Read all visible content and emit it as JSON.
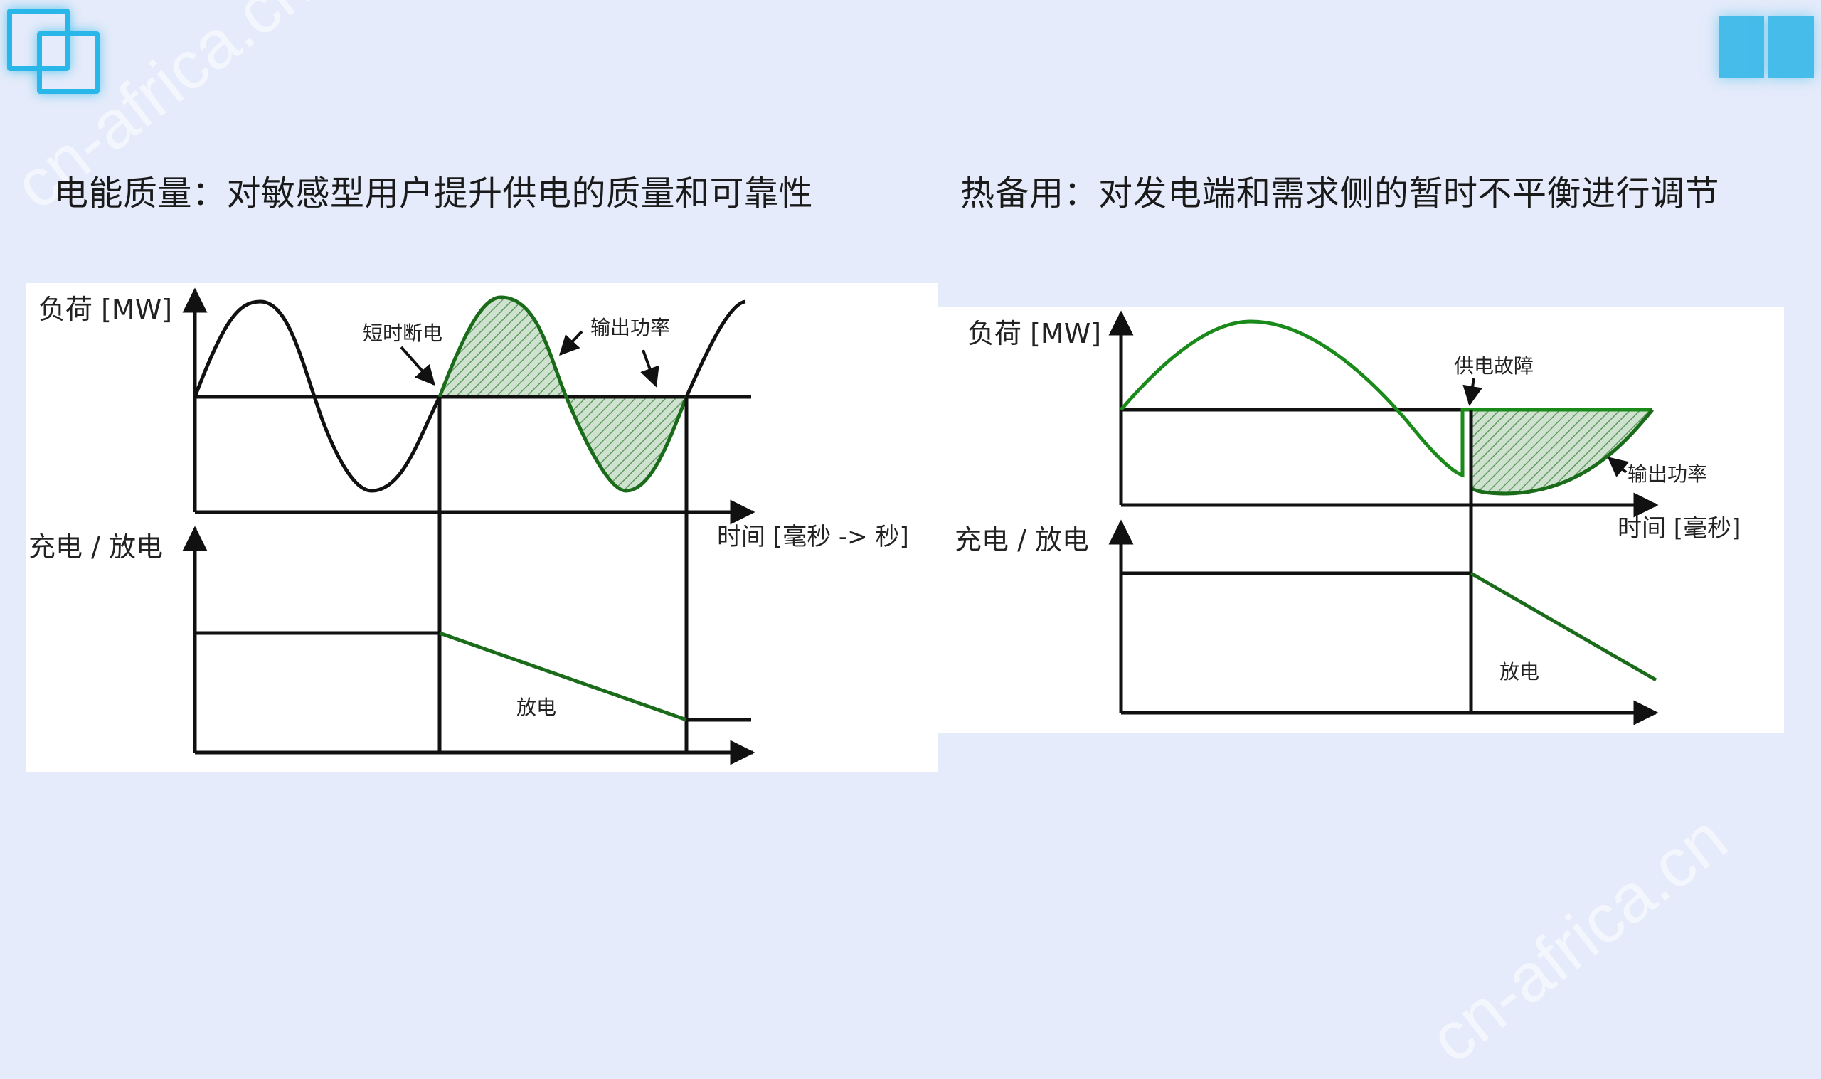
{
  "colors": {
    "background": "#e5ebfa",
    "accent": "#29b7ea",
    "curve_green": "#1a7a1a",
    "line_black": "#111111"
  },
  "icons": {
    "logo": "overlapping-squares-icon",
    "corner": "blue-block-icon"
  },
  "watermark": {
    "text": "cn-africa.cn"
  },
  "left": {
    "heading": "电能质量：对敏感型用户提升供电的质量和可靠性",
    "diagram": {
      "load_label": "负荷 [MW]",
      "charge_label": "充电 / 放电",
      "time_label": "时间 [毫秒 -> 秒]",
      "outage_label": "短时断电",
      "output_label": "输出功率",
      "discharge_label": "放电"
    }
  },
  "right": {
    "heading": "热备用：对发电端和需求侧的暂时不平衡进行调节",
    "diagram": {
      "load_label": "负荷 [MW]",
      "charge_label": "充电 / 放电",
      "time_label": "时间 [毫秒]",
      "fault_label": "供电故障",
      "output_label": "输出功率",
      "discharge_label": "放电"
    }
  }
}
